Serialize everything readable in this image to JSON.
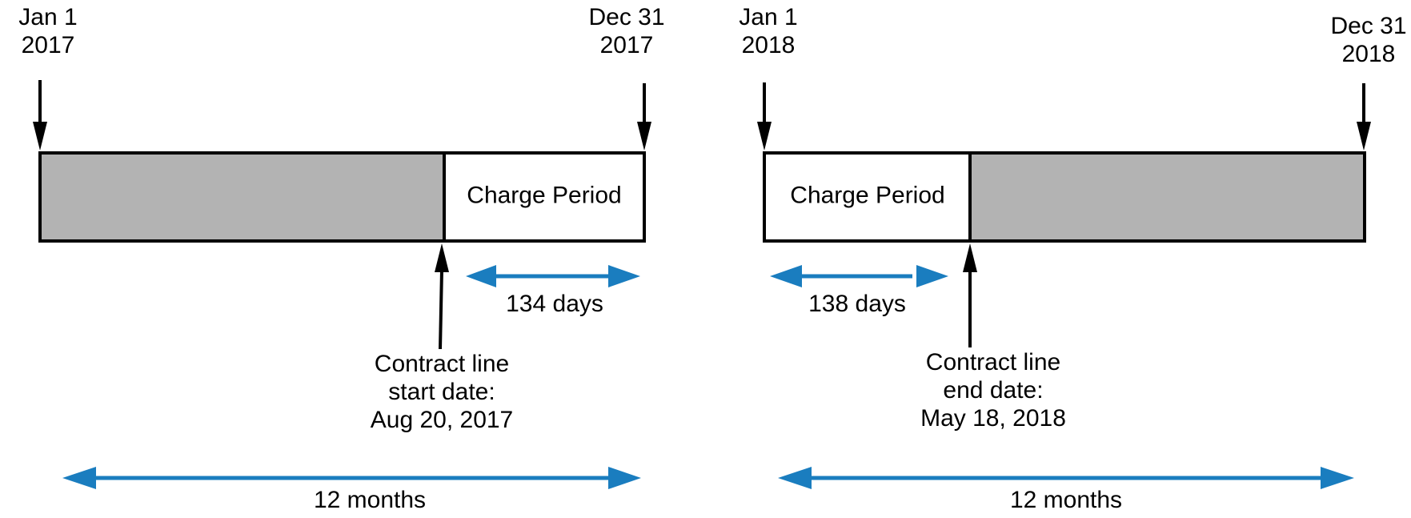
{
  "colors": {
    "stroke": "#000000",
    "outside_fill": "#b3b3b3",
    "period_fill": "#ffffff",
    "measure_arrow": "#1a7dbf"
  },
  "panel_2017": {
    "start": {
      "line1": "Jan 1",
      "line2": "2017"
    },
    "end": {
      "line1": "Dec 31",
      "line2": "2017"
    },
    "charge_label": "Charge Period",
    "charge_days": "134 days",
    "contract": {
      "line1": "Contract line",
      "line2": "start date:",
      "line3": "Aug 20, 2017"
    },
    "span": "12 months"
  },
  "panel_2018": {
    "start": {
      "line1": "Jan 1",
      "line2": "2018"
    },
    "end": {
      "line1": "Dec 31",
      "line2": "2018"
    },
    "charge_label": "Charge Period",
    "charge_days": "138 days",
    "contract": {
      "line1": "Contract line",
      "line2": "end date:",
      "line3": "May 18, 2018"
    },
    "span": "12 months"
  }
}
